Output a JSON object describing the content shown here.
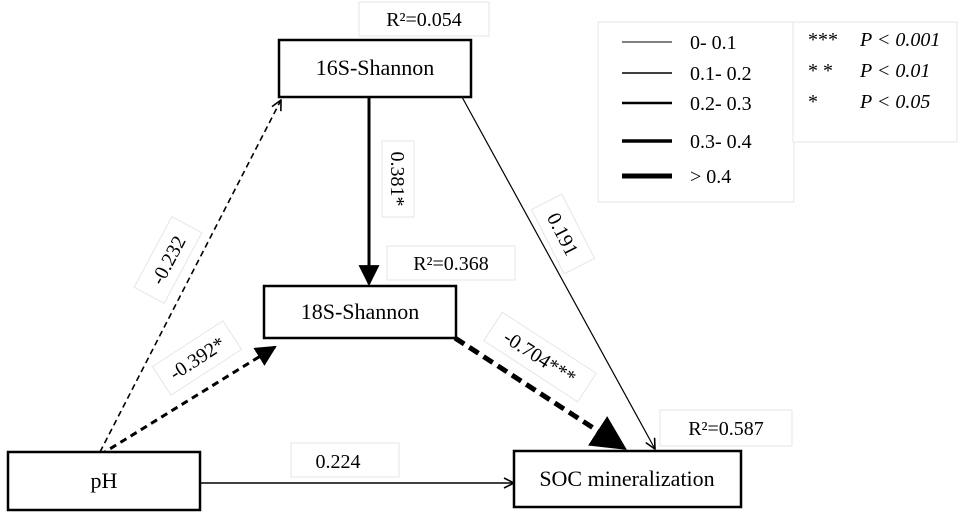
{
  "nodes": {
    "shannon16s": {
      "label": "16S-Shannon",
      "r2": "R²=0.054"
    },
    "shannon18s": {
      "label": "18S-Shannon",
      "r2": "R²=0.368"
    },
    "ph": {
      "label": "pH"
    },
    "soc": {
      "label": "SOC mineralization",
      "r2": "R²=0.587"
    }
  },
  "paths": {
    "ph_to_16s": {
      "label": "-0.232",
      "style": "dashed"
    },
    "ph_to_18s": {
      "label": "-0.392*",
      "style": "dashed"
    },
    "s16_to_18s": {
      "label": "0.381*",
      "style": "solid"
    },
    "s16_to_soc": {
      "label": "0.191",
      "style": "solid"
    },
    "s18_to_soc": {
      "label": "-0.704***",
      "style": "dashed"
    },
    "ph_to_soc": {
      "label": "0.224",
      "style": "solid"
    }
  },
  "legend": {
    "widths": [
      {
        "label": "0- 0.1"
      },
      {
        "label": "0.1- 0.2"
      },
      {
        "label": "0.2- 0.3"
      },
      {
        "label": "0.3- 0.4"
      },
      {
        "label": "> 0.4"
      }
    ],
    "significance": [
      {
        "stars": "***",
        "label": "P < 0.001"
      },
      {
        "stars": "* *",
        "label": "P < 0.01"
      },
      {
        "stars": "*",
        "label": "P < 0.05"
      }
    ]
  },
  "colors": {
    "line": "#000000",
    "background": "#ffffff"
  }
}
